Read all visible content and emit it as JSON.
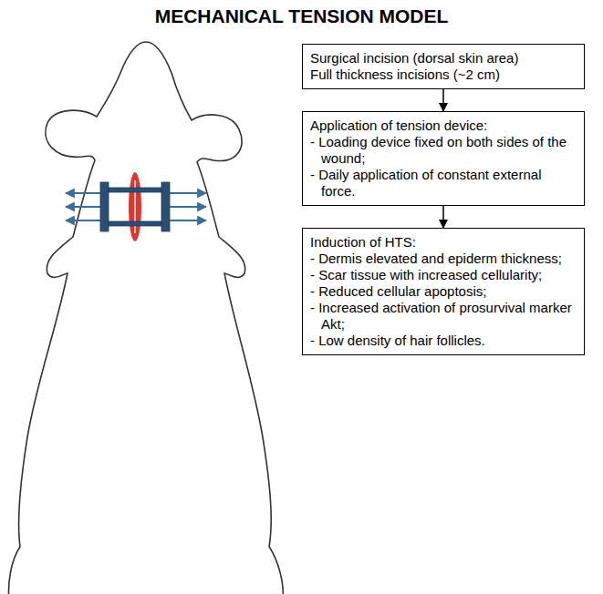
{
  "diagram": {
    "title": "MECHANICAL TENSION MODEL",
    "nodes": [
      {
        "text": [
          "Surgical incision (dorsal skin area)",
          "Full thickness incisions (~2 cm)"
        ]
      },
      {
        "text": [
          "Application of tension device:",
          "- Loading device fixed on both sides of the wound;",
          "- Daily application of constant external force."
        ]
      },
      {
        "text": [
          "Induction of HTS:",
          "- Dermis elevated and epiderm thickness;",
          "- Scar tissue with increased cellularity;",
          "- Reduced cellular apoptosis;",
          "- Increased activation of prosurvival marker Akt;",
          "- Low density of hair follicles."
        ]
      }
    ],
    "edges": [
      {
        "from": 0,
        "to": 1,
        "arrow": "to"
      },
      {
        "from": 1,
        "to": 2,
        "arrow": "to"
      }
    ]
  }
}
